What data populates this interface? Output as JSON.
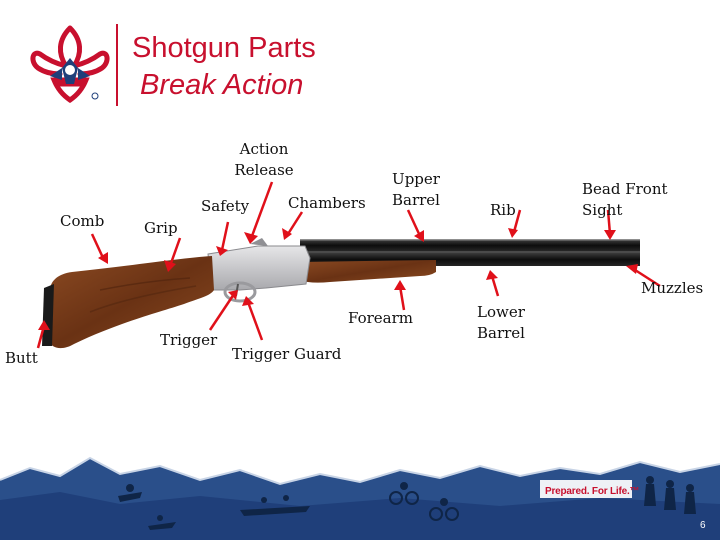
{
  "slide": {
    "title_line1": "Shotgun Parts",
    "title_line2": "Break Action",
    "page_number": "6"
  },
  "labels": {
    "action_release_1": "Action",
    "action_release_2": "Release",
    "safety": "Safety",
    "chambers": "Chambers",
    "upper_barrel_1": "Upper",
    "upper_barrel_2": "Barrel",
    "rib": "Rib",
    "bead_front_sight_1": "Bead Front",
    "bead_front_sight_2": "Sight",
    "comb": "Comb",
    "grip": "Grip",
    "muzzles": "Muzzles",
    "forearm": "Forearm",
    "lower_barrel_1": "Lower",
    "lower_barrel_2": "Barrel",
    "trigger": "Trigger",
    "trigger_guard": "Trigger Guard",
    "butt": "Butt"
  },
  "footer": {
    "tagline": "Prepared. For Life.™"
  },
  "colors": {
    "brand_red": "#c8102e",
    "brand_blue": "#1f3f7a",
    "arrow_red": "#e0101a",
    "stock_wood": "#7a3b1a",
    "barrel_black": "#151515",
    "receiver_silver": "#c9c9cc"
  },
  "icons": {
    "logo": "bsa-fleur-de-lis-logo",
    "arrow": "red-pointer-arrow"
  }
}
